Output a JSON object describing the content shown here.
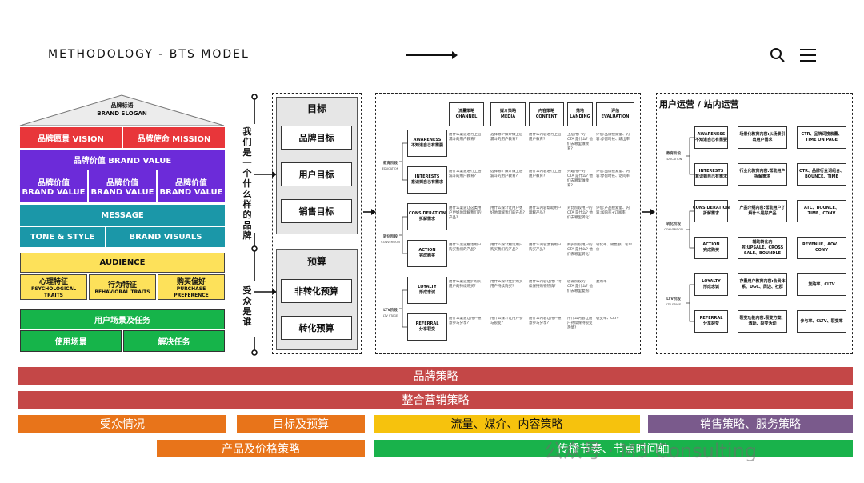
{
  "header": {
    "title": "METHODOLOGY - BTS MODEL"
  },
  "house": {
    "slogan": "品牌标语",
    "slogan_en": "BRAND SLOGAN",
    "vision": "品牌愿景 VISION",
    "mission": "品牌使命 MISSION",
    "value": "品牌价值 BRAND VALUE",
    "value_cells": [
      {
        "cn": "品牌价值",
        "en": "BRAND VALUE"
      },
      {
        "cn": "品牌价值",
        "en": "BRAND VALUE"
      },
      {
        "cn": "品牌价值",
        "en": "BRAND VALUE"
      }
    ],
    "message": "MESSAGE",
    "tone": "TONE & STYLE",
    "visuals": "BRAND VISUALS",
    "audience": "AUDIENCE",
    "aud_cells": [
      {
        "cn": "心理特征",
        "en": "PSYCHOLOGICAL TRAITS"
      },
      {
        "cn": "行为特征",
        "en": "BEHAVIORAL TRAITS"
      },
      {
        "cn": "购买偏好",
        "en": "PURCHASE PREFERENCE"
      }
    ],
    "scene": "用户场景及任务",
    "scene_l": "使用场景",
    "scene_r": "解决任务",
    "colors": {
      "red": "#e8363a",
      "purple": "#6c2bd9",
      "teal": "#1b97a8",
      "yellow": "#fde15a",
      "green": "#16b44a"
    }
  },
  "vertical": {
    "top": "我们是一个什么样的品牌",
    "bottom": "受众是谁"
  },
  "goals": {
    "title": "目标",
    "items": [
      "品牌目标",
      "用户目标",
      "销售目标"
    ]
  },
  "budget": {
    "title": "预算",
    "items": [
      "非转化预算",
      "转化预算"
    ]
  },
  "funnel": {
    "headers": [
      {
        "cn": "流量策略",
        "en": "CHANNEL"
      },
      {
        "cn": "媒介策略",
        "en": "MEDIA"
      },
      {
        "cn": "内容策略",
        "en": "CONTENT"
      },
      {
        "cn": "落地",
        "en": "LANDING"
      },
      {
        "cn": "评估",
        "en": "EVALUATION"
      }
    ],
    "stage_labels": [
      {
        "cn": "教育阶段",
        "en": "EDUCATION"
      },
      {
        "cn": "转化阶段",
        "en": "CONVERSION"
      },
      {
        "cn": "LTV阶段",
        "en": "LTV STAGE"
      }
    ],
    "rows": [
      {
        "en": "AWARENESS",
        "cn": "不知道自己有需要",
        "cells": [
          "用什么渠道进行上层漏斗的用户教育?",
          "选择哪个媒介做上层漏斗的用户教育?",
          "用什么内容进行上层用户教育?",
          "上层用户的 CTA 是什么? 他们去哪里做教育?",
          "评估:品牌搜索量、内容:停留时长、跳出率"
        ]
      },
      {
        "en": "INTERESTS",
        "cn": "意识到自己有需求",
        "cells": [
          "用什么渠道进行上层漏斗的用户教育?",
          "选择哪个媒介做上层漏斗的用户教育?",
          "用什么内容进行上层用户教育?",
          "兴趣用户的 CTA 是什么? 他们去哪里做教育?",
          "评估:品牌搜索量、内容:停留时长、访问率"
        ]
      },
      {
        "en": "CONSIDERATION",
        "cn": "拆解需求",
        "cells": [
          "用什么渠道让这类用户更好地理解我们的产品?",
          "用什么媒介让用户更好地理解我们的产品?",
          "用什么内容帮助用户理解产品?",
          "对比阶段用户的 CTA 是什么? 他们去哪里转化?",
          "评估:产品搜索量、内容:加购率+订阅率"
        ]
      },
      {
        "en": "ACTION",
        "cn": "完成购买",
        "cells": [
          "用什么渠道触达用户购买我们的产品?",
          "用什么媒介触达用户购买我们的产品?",
          "用什么内容激发用户购买产品?",
          "购买阶段用户的 CTA 是什么? 他们去哪里转化?",
          "转化率、销售额、客单价"
        ]
      },
      {
        "en": "LOYALTY",
        "cn": "形成忠诚",
        "cells": [
          "用什么渠道维护购买用户的持续购买?",
          "用什么媒介维护购买用户持续购买?",
          "用什么内容让用户持续保持购物热情?",
          "忠诚阶段的 CTA 是什么? 他们去哪里复购?",
          "复购率"
        ]
      },
      {
        "en": "REFERRAL",
        "cn": "分享裂变",
        "cells": [
          "用什么渠道让用户愿意参与分享?",
          "用什么媒介让用户参与裂变?",
          "用什么内容让用户愿意参与分享?",
          "用什么内容让用户持续保持裂变热情?",
          "裂变率、CLTV"
        ]
      }
    ]
  },
  "ops": {
    "title": "用户运营 / 站内运营",
    "stage_labels": [
      {
        "cn": "教育阶段",
        "en": "EDUCATION"
      },
      {
        "cn": "转化阶段",
        "en": "CONVERSION"
      },
      {
        "cn": "LTV阶段",
        "en": "LTV STAGE"
      }
    ],
    "rows": [
      {
        "en": "AWARENESS",
        "cn": "不知道自己有需要",
        "content": "场景化教育内容:从场景引出用户需求",
        "kpi": "CTR、品牌词搜索量、TIME ON PAGE"
      },
      {
        "en": "INTERESTS",
        "cn": "意识到自己有需求",
        "content": "行业化教育内容:帮助用户拆解需求",
        "kpi": "CTR、品牌行业词组合、BOUNCE、TIME"
      },
      {
        "en": "CONSIDERATION",
        "cn": "拆解需求",
        "content": "产品介绍内容:帮助用户了解什么是好产品",
        "kpi": "ATC、BOUNCE、TIME、CONV"
      },
      {
        "en": "ACTION",
        "cn": "完成购买",
        "content": "辅助转化内容:UPSALE、CROSS SALE、BOUNDLE",
        "kpi": "REVENUE、AOV、CONV"
      },
      {
        "en": "LOYALTY",
        "cn": "形成忠诚",
        "content": "存量用户教育内容:会员体系、UGC、周边、社群",
        "kpi": "复购率、CLTV"
      },
      {
        "en": "REFERRAL",
        "cn": "分享裂变",
        "content": "裂变功能内容:裂变方案、激励、裂变活动",
        "kpi": "参与率、CLTV、裂变率"
      }
    ]
  },
  "bars": {
    "row1": "品牌策略",
    "row2": "整合营销策略",
    "row3": [
      "受众情况",
      "目标及预算",
      "流量、媒介、内容策略",
      "销售策略、服务策略"
    ],
    "row4": [
      "产品及价格策略",
      "传播节奏、节点时间轴"
    ],
    "watermark": "公众号 · M3 Consulting",
    "colors": {
      "crimson": "#c44747",
      "orange": "#e8741a",
      "yellow": "#f6c20d",
      "purple": "#7a5a8c",
      "green": "#19b24b"
    }
  }
}
